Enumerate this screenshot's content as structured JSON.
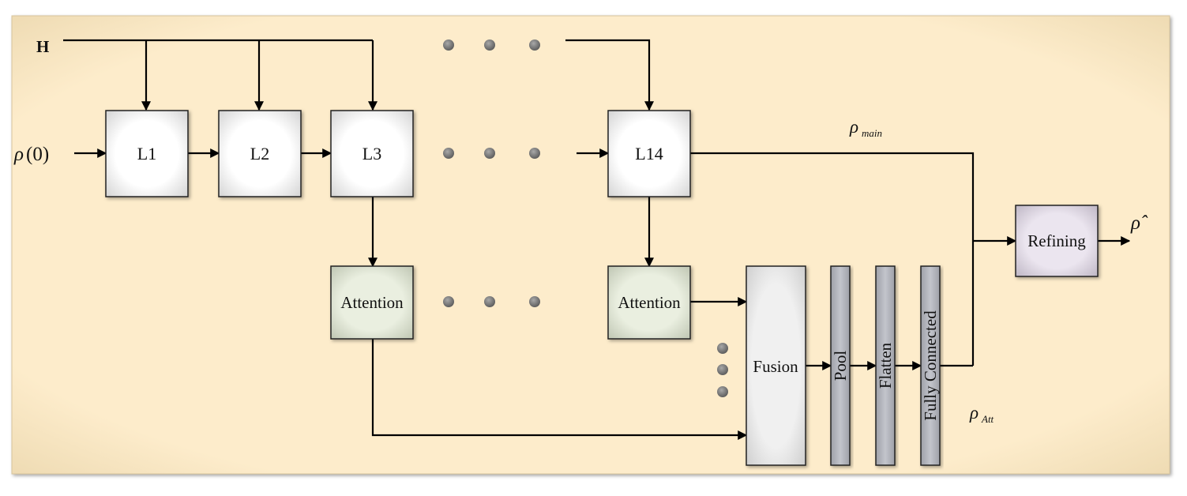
{
  "inputs": {
    "channel": "H",
    "rho_symbol": "ρ",
    "rho_arg": "(0)"
  },
  "layers": [
    {
      "label": "L1"
    },
    {
      "label": "L2"
    },
    {
      "label": "L3"
    },
    {
      "label": "L14"
    }
  ],
  "attention_blocks": [
    {
      "label": "Attention"
    },
    {
      "label": "Attention"
    }
  ],
  "head": {
    "fusion": "Fusion",
    "pool": "Pool",
    "flatten": "Flatten",
    "fully_connected": "Fully Connected",
    "refining": "Refining"
  },
  "signals": {
    "rho_main_symbol": "ρ",
    "rho_main_sub": "main",
    "rho_att_symbol": "ρ",
    "rho_att_sub": "Att",
    "output_symbol": "ρ̂"
  },
  "colors": {
    "panel_bg": "#fdeccb",
    "layer_fill": "#ffffff",
    "attention_fill": "#e6ebdc",
    "fusion_fill": "#ececec",
    "bar_fill": "#b9bbc2",
    "refining_fill": "#e6dfea",
    "ellipsis_dot": "#808080"
  }
}
